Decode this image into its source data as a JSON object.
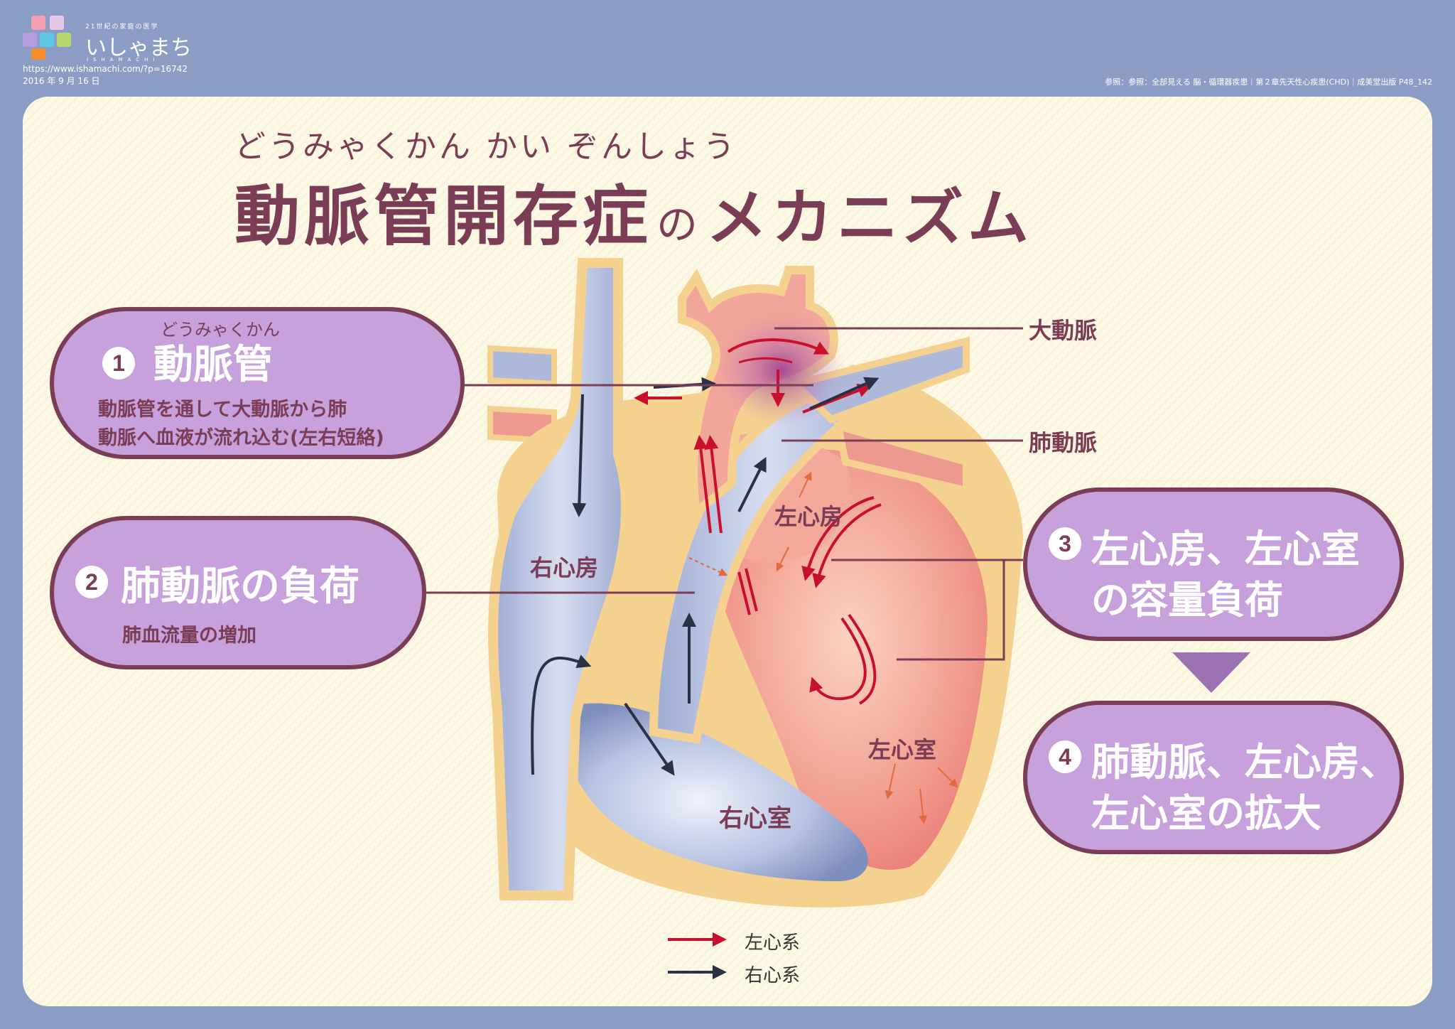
{
  "header": {
    "brand_tagline": "21世紀の家庭の医学",
    "brand_name": "いしゃまち",
    "brand_roman": "ISHAMACHI",
    "url": "https://www.ishamachi.com/?p=16742",
    "date": "2016 年 9 月 16 日",
    "reference": "参照：参照：全部見える 脳・循環器疾患｜第２章先天性心疾患(CHD)｜成美堂出版 P48_142"
  },
  "title": {
    "ruby": "どうみゃくかん かい ぞんしょう",
    "main": "動脈管開存症",
    "particle": "の",
    "suffix": "メカニズム"
  },
  "callouts": [
    {
      "number": "1",
      "ruby": "どうみゃくかん",
      "title": "動脈管",
      "desc_line1": "動脈管を通して大動脈から肺",
      "desc_line2": "動脈へ血液が流れ込む(左右短絡)"
    },
    {
      "number": "2",
      "title": "肺動脈の負荷",
      "desc_line1": "肺血流量の増加"
    },
    {
      "number": "3",
      "title_line1": "左心房、左心室",
      "title_line2": "の容量負荷"
    },
    {
      "number": "4",
      "title_line1": "肺動脈、左心房、",
      "title_line2": "左心室の拡大"
    }
  ],
  "labels": {
    "aorta": "大動脈",
    "pulmonary_artery": "肺動脈",
    "left_atrium": "左心房",
    "right_atrium": "右心房",
    "left_ventricle": "左心室",
    "right_ventricle": "右心室"
  },
  "legend": {
    "left": {
      "label": "左心系",
      "color": "#c8102e"
    },
    "right": {
      "label": "右心系",
      "color": "#2b3145"
    }
  },
  "colors": {
    "panel": "#fcf8e4",
    "callout_fill": "#c7a1dc",
    "callout_border": "#7a3d55",
    "text_accent": "#7a3d55",
    "right_heart": "#aeb9da",
    "left_heart": "#ee9990",
    "wall": "#f5d190"
  }
}
